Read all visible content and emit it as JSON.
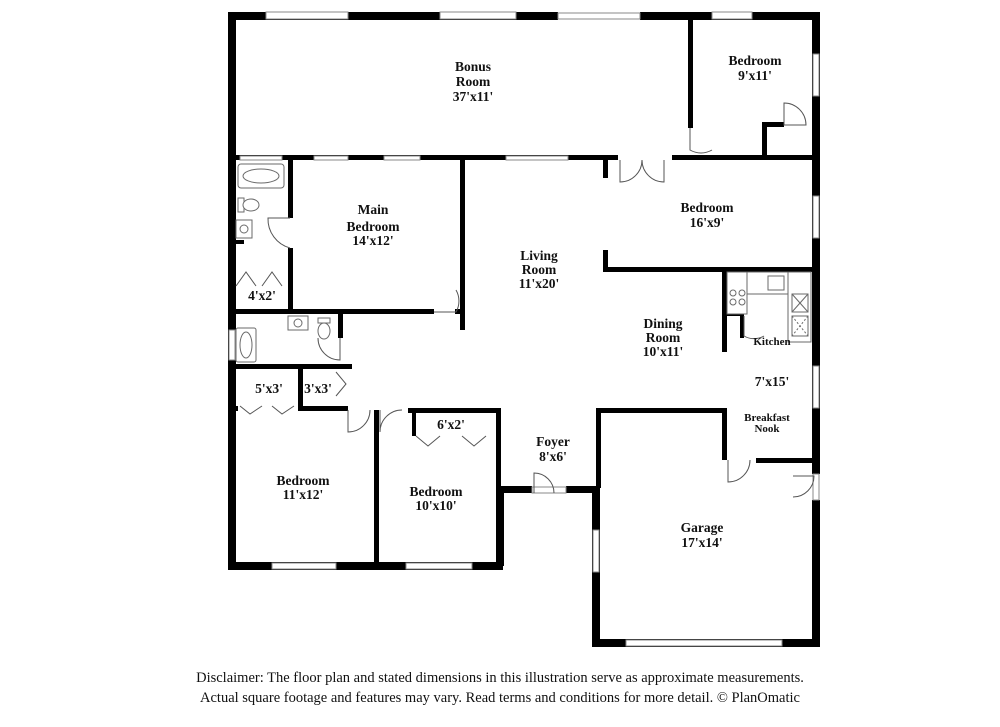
{
  "rooms": {
    "bonus_room": {
      "name_line1": "Bonus",
      "name_line2": "Room",
      "dims": "37'x11'"
    },
    "bedroom_ne": {
      "name": "Bedroom",
      "dims": "9'x11'"
    },
    "bedroom_e": {
      "name": "Bedroom",
      "dims": "16'x9'"
    },
    "main_bedroom": {
      "name_line1": "Main",
      "name_line2": "Bedroom",
      "dims": "14'x12'"
    },
    "living_room": {
      "name_line1": "Living",
      "name_line2": "Room",
      "dims": "11'x20'"
    },
    "dining_room": {
      "name_line1": "Dining",
      "name_line2": "Room",
      "dims": "10'x11'"
    },
    "kitchen": {
      "name": "Kitchen"
    },
    "breakfast_nook": {
      "dims": "7'x15'",
      "name_line1": "Breakfast",
      "name_line2": "Nook"
    },
    "closet_4x2": {
      "dims": "4'x2'"
    },
    "closet_5x3": {
      "dims": "5'x3'"
    },
    "closet_3x3": {
      "dims": "3'x3'"
    },
    "closet_6x2": {
      "dims": "6'x2'"
    },
    "foyer": {
      "name": "Foyer",
      "dims": "8'x6'"
    },
    "bedroom_sw": {
      "name": "Bedroom",
      "dims": "11'x12'"
    },
    "bedroom_s": {
      "name": "Bedroom",
      "dims": "10'x10'"
    },
    "garage": {
      "name": "Garage",
      "dims": "17'x14'"
    }
  },
  "disclaimer": {
    "line1": "Disclaimer: The floor plan and stated dimensions in this illustration serve as approximate measurements.",
    "line2": "Actual square footage and features may vary. Read terms and conditions for more detail. © PlanOmatic"
  }
}
